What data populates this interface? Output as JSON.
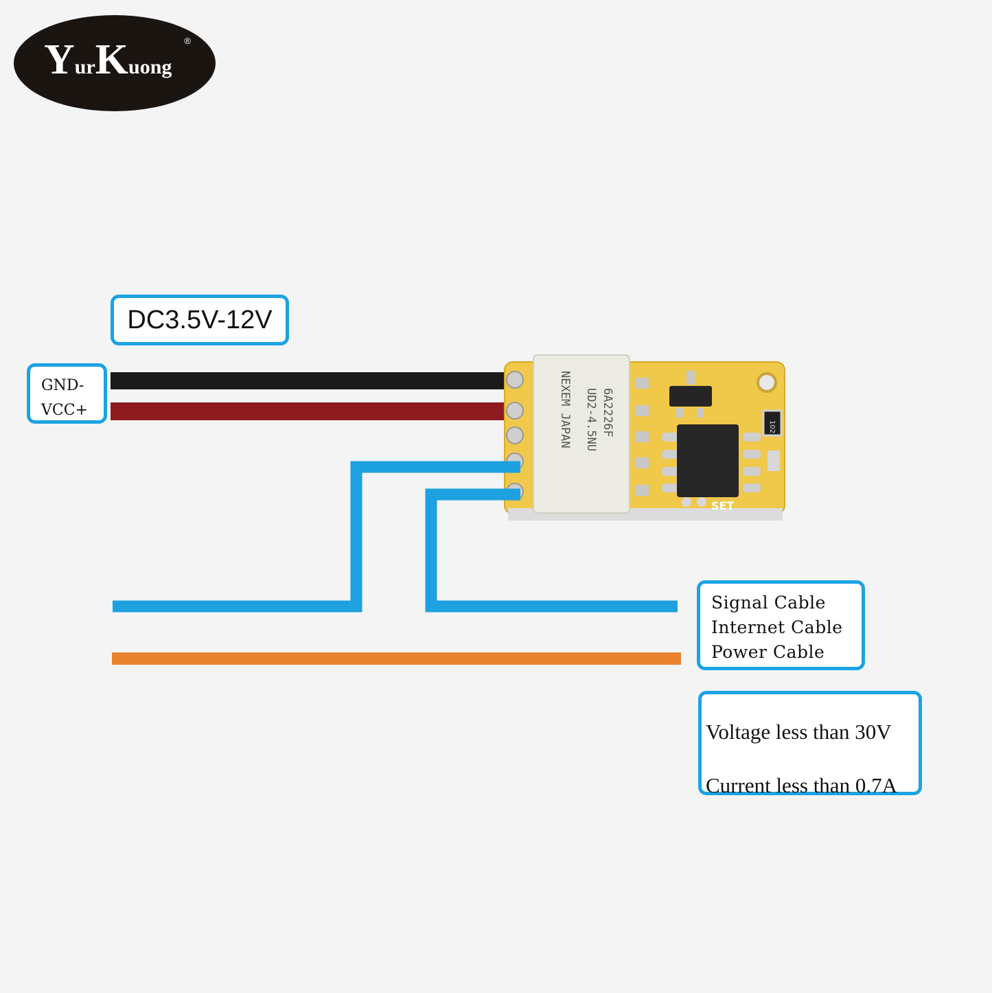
{
  "logo": {
    "initial_y": "Y",
    "ur": "ur",
    "initial_k": "K",
    "uong": "uong",
    "registered": "®"
  },
  "supply_voltage": "DC3.5V-12V",
  "power_wires": {
    "gnd": "GND-",
    "vcc": "VCC+"
  },
  "cable_types": [
    "Signal Cable",
    "Internet Cable",
    "Power Cable"
  ],
  "ratings": [
    "Voltage less than 30V",
    "Current less than 0.7A"
  ],
  "board": {
    "relay_marking": [
      "6A2226F",
      "UD2-4.5NU",
      "NEXEM JAPAN"
    ],
    "resistor_marking": "102",
    "button_label": "SET"
  },
  "colors": {
    "label_border": "#1ba3e3",
    "gnd_wire": "#1a1a1a",
    "vcc_wire": "#8e1b1f",
    "signal_wire": "#1ea1e0",
    "cable": "#e8822e",
    "pcb": "#f0c84a",
    "logo_bg": "#1b1512"
  }
}
